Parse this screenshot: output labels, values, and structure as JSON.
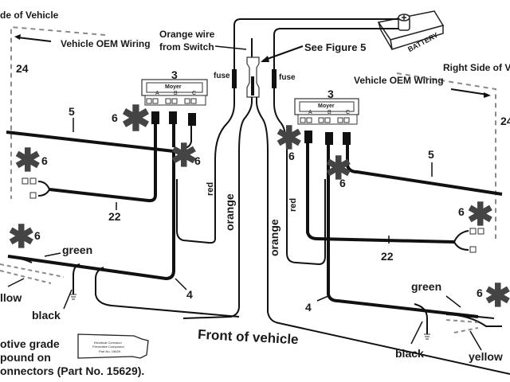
{
  "title": "Moyer plow wiring diagram",
  "labels": {
    "left_side": "de of Vehicle",
    "right_side": "Right Side of Ve",
    "oem_wiring_left": "Vehicle OEM Wiring",
    "oem_wiring_right": "Vehicle OEM Wiring",
    "orange_wire_line1": "Orange wire",
    "orange_wire_line2": "from Switch",
    "see_figure": "See Figure 5",
    "fuse_left": "fuse",
    "fuse_right": "fuse",
    "battery": "BATTERY",
    "module_left_num": "3",
    "module_right_num": "3",
    "module_brand": "Moyer",
    "module_ports": [
      "A",
      "B",
      "C"
    ],
    "num_24_left": "24",
    "num_24_right": "24",
    "num_5_left": "5",
    "num_5_right": "5",
    "num_22_left": "22",
    "num_22_right": "22",
    "num_4_left": "4",
    "num_4_right": "4",
    "six": "6",
    "red_left": "red",
    "red_right": "red",
    "orange_left": "orange",
    "orange_right": "orange",
    "green_left": "green",
    "green_right": "green",
    "yellow_left": "llow",
    "yellow_right": "yellow",
    "black_left": "black",
    "black_right": "black",
    "front": "Front of vehicle",
    "note_line1": "otive grade",
    "note_line2": "pound on",
    "note_line3": "onnectors (Part No. 15629).",
    "tube_line1": "Electrical Corrosion",
    "tube_line2": "Preventive Compound",
    "tube_line3": "Part No. 15629"
  },
  "colors": {
    "wire": "#111111",
    "dashed": "#8a8a8a",
    "asterisk": "#444444"
  }
}
